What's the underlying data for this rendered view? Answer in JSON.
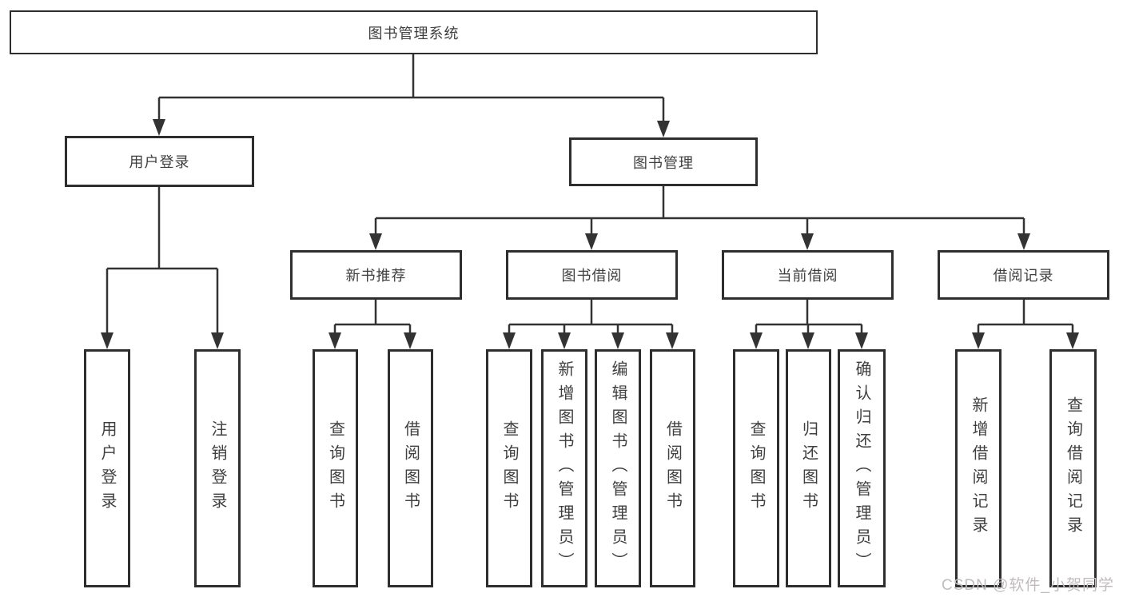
{
  "colors": {
    "line": "#333333",
    "box_border": "#2e2e2e",
    "text": "#3f3f3f",
    "background": "#ffffff",
    "watermark": "#c1bcbc"
  },
  "watermark": {
    "text": "CSDN @软件_小贺同学"
  },
  "diagram": {
    "title": "图书管理系统",
    "root": {
      "label": "图书管理系统"
    },
    "level2": [
      {
        "label": "用户登录"
      },
      {
        "label": "图书管理"
      }
    ],
    "level3": [
      {
        "label": "新书推荐",
        "parent": "图书管理"
      },
      {
        "label": "图书借阅",
        "parent": "图书管理"
      },
      {
        "label": "当前借阅",
        "parent": "图书管理"
      },
      {
        "label": "借阅记录",
        "parent": "图书管理"
      }
    ],
    "leaves": [
      {
        "label": "用户登录",
        "parent": "用户登录"
      },
      {
        "label": "注销登录",
        "parent": "用户登录"
      },
      {
        "label": "查询图书",
        "parent": "新书推荐"
      },
      {
        "label": "借阅图书",
        "parent": "新书推荐"
      },
      {
        "label": "查询图书",
        "parent": "图书借阅"
      },
      {
        "label": "新增图书（管理员）",
        "parent": "图书借阅"
      },
      {
        "label": "编辑图书（管理员）",
        "parent": "图书借阅"
      },
      {
        "label": "借阅图书",
        "parent": "图书借阅"
      },
      {
        "label": "查询图书",
        "parent": "当前借阅"
      },
      {
        "label": "归还图书",
        "parent": "当前借阅"
      },
      {
        "label": "确认归还（管理员）",
        "parent": "当前借阅"
      },
      {
        "label": "新增借阅记录",
        "parent": "借阅记录"
      },
      {
        "label": "查询借阅记录",
        "parent": "借阅记录"
      }
    ]
  }
}
